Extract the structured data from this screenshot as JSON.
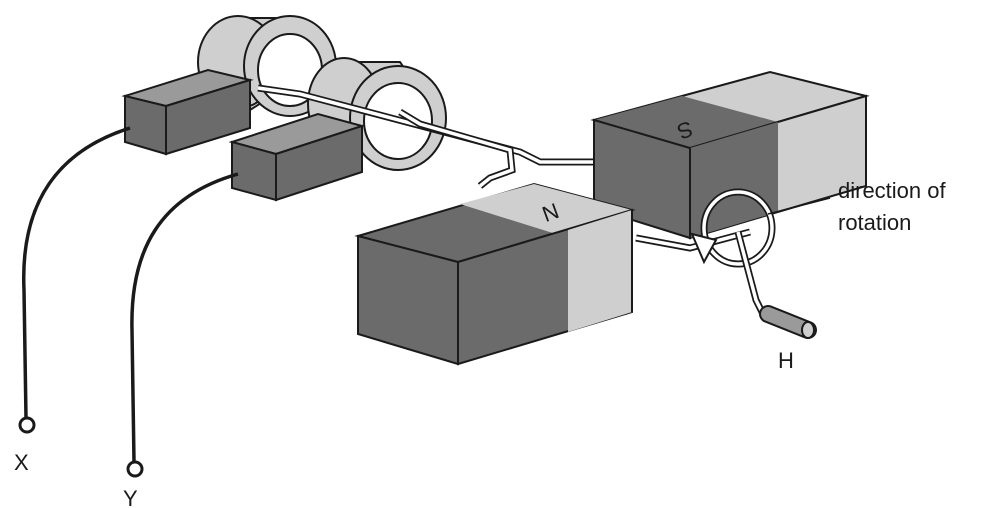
{
  "labels": {
    "terminal_x": "X",
    "terminal_y": "Y",
    "handle": "H",
    "rotation_line1": "direction of",
    "rotation_line2": "rotation"
  },
  "magnets": {
    "north": "N",
    "south": "S"
  },
  "colors": {
    "dark_grey": "#6b6b6b",
    "light_grey": "#cfcfcf",
    "mid_grey": "#9a9a9a",
    "outline": "#1a1a1a"
  }
}
